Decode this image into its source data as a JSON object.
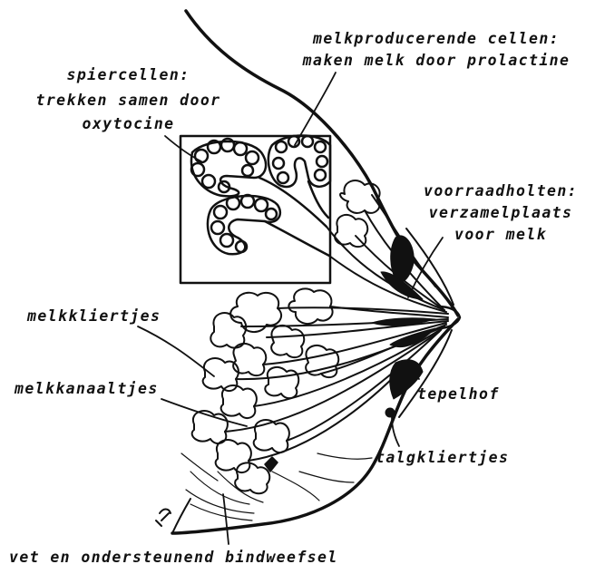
{
  "labels": {
    "melkproducerende_line1": "melkproducerende cellen:",
    "melkproducerende_line2": "maken melk door prolactine",
    "spiercellen_line1": "spiercellen:",
    "spiercellen_line2": "trekken samen door",
    "spiercellen_line3": "oxytocine",
    "voorraadholten_line1": "voorraadholten:",
    "voorraadholten_line2": "verzamelplaats",
    "voorraadholten_line3": "voor melk",
    "melkkliertjes": "melkkliertjes",
    "melkkanaaltjes": "melkkanaaltjes",
    "tepelhof": "tepelhof",
    "talgkliertjes": "talgkliertjes",
    "vet": "vet en ondersteunend bindweefsel"
  },
  "colors": {
    "ink": "#111111",
    "paper": "#ffffff"
  }
}
